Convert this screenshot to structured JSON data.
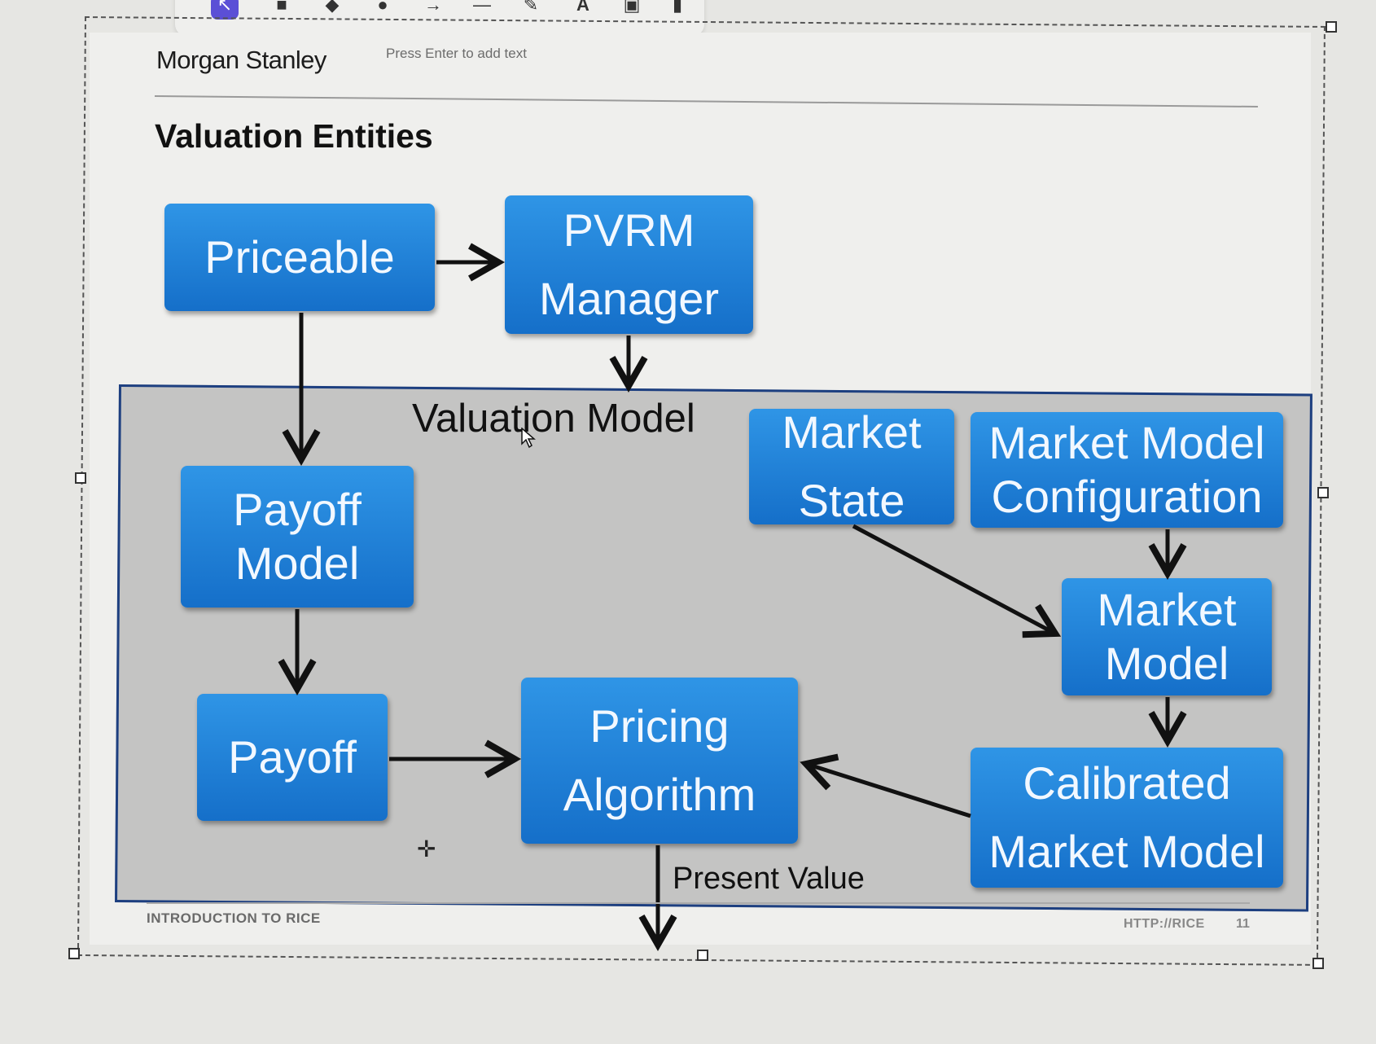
{
  "toolbar": {
    "tools": [
      {
        "icon": "select-icon"
      },
      {
        "icon": "rectangle-icon"
      },
      {
        "icon": "diamond-icon"
      },
      {
        "icon": "circle-icon"
      },
      {
        "icon": "arrow-icon"
      },
      {
        "icon": "line-icon"
      },
      {
        "icon": "pencil-icon"
      },
      {
        "icon": "text-icon",
        "glyph": "A"
      },
      {
        "icon": "image-icon"
      },
      {
        "icon": "library-icon"
      }
    ],
    "active_tool": "select-icon"
  },
  "slide": {
    "logo": "Morgan Stanley",
    "placeholder": "Press Enter to add text",
    "title": "Valuation Entities",
    "region_label": "Valuation Model",
    "footer_left": "INTRODUCTION TO RICE",
    "footer_right": "HTTP://RICE",
    "page_number": "11"
  },
  "diagram": {
    "boxes": {
      "priceable": "Priceable",
      "pvrm_manager": "PVRM\nManager",
      "payoff_model": "Payoff\nModel",
      "payoff": "Payoff",
      "pricing_algorithm": "Pricing\nAlgorithm",
      "market_state": "Market\nState",
      "market_model_configuration": "Market Model\nConfiguration",
      "market_model": "Market\nModel",
      "calibrated_market_model": "Calibrated\nMarket Model"
    },
    "output_label": "Present Value",
    "edges": [
      [
        "Priceable",
        "PVRM Manager"
      ],
      [
        "Priceable",
        "Payoff Model"
      ],
      [
        "PVRM Manager",
        "Valuation Model"
      ],
      [
        "Payoff Model",
        "Payoff"
      ],
      [
        "Payoff",
        "Pricing Algorithm"
      ],
      [
        "Market State",
        "Market Model"
      ],
      [
        "Market Model Configuration",
        "Market Model"
      ],
      [
        "Market Model",
        "Calibrated Market Model"
      ],
      [
        "Calibrated Market Model",
        "Pricing Algorithm"
      ],
      [
        "Pricing Algorithm",
        "Present Value"
      ]
    ]
  },
  "colors": {
    "box_fill": "#2a8be0",
    "region_fill": "#c4c4c3",
    "region_border": "#1d3f80",
    "active_tool": "#5b4fd6"
  }
}
